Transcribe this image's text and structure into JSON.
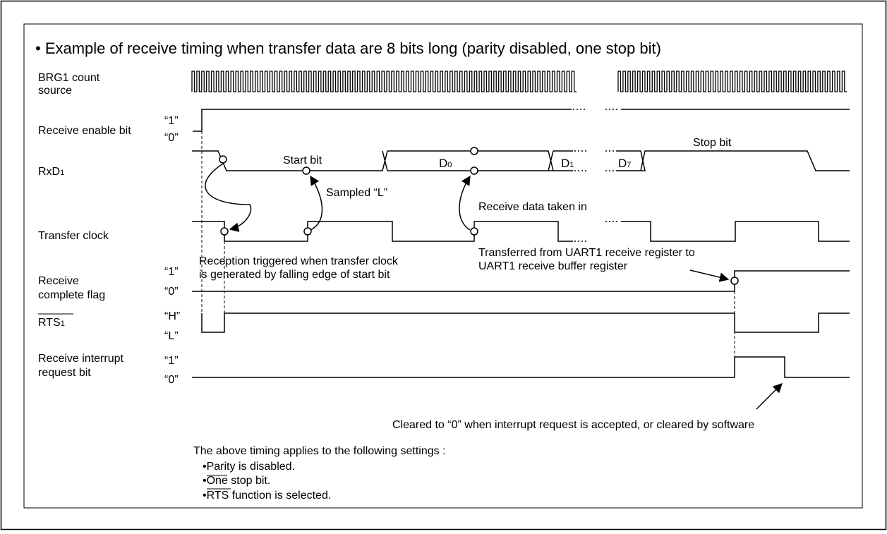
{
  "title": "• Example of receive timing when transfer data are 8 bits long (parity disabled, one stop bit)",
  "signals": {
    "brg": {
      "line1": "BRG1 count",
      "line2": "source"
    },
    "enable": {
      "label": "Receive enable bit",
      "hi": "“1”",
      "lo": "“0”"
    },
    "rxd": {
      "base": "RxD",
      "sub": "1"
    },
    "clock": {
      "label": "Transfer clock"
    },
    "complete": {
      "line1": "Receive",
      "line2": "complete flag",
      "hi": "“1”",
      "lo": "“0”"
    },
    "rts": {
      "base": "RTS",
      "sub": "1",
      "hi": "“H”",
      "lo": "“L”"
    },
    "interrupt": {
      "line1": "Receive interrupt",
      "line2": "request bit",
      "hi": "“1”",
      "lo": "“0”"
    }
  },
  "data_bits": {
    "d0": {
      "base": "D",
      "sub": "0"
    },
    "d1": {
      "base": "D",
      "sub": "1"
    },
    "d7": {
      "base": "D",
      "sub": "7"
    }
  },
  "annotations": {
    "start_bit": "Start bit",
    "stop_bit": "Stop bit",
    "sampled": "Sampled “L”",
    "taken_in": "Receive data taken in",
    "triggered_1": "Reception triggered when transfer clock",
    "triggered_2": "is generated by falling edge of start bit",
    "transferred_1": "Transferred from UART1 receive register to",
    "transferred_2": "UART1 receive buffer register",
    "cleared": "Cleared to “0” when interrupt request is accepted, or cleared by software"
  },
  "notes": {
    "intro": "The above timing applies to the following settings :",
    "items": [
      "•Parity is disabled.",
      "•One stop bit.",
      "•",
      "RTS",
      " function is selected."
    ]
  }
}
